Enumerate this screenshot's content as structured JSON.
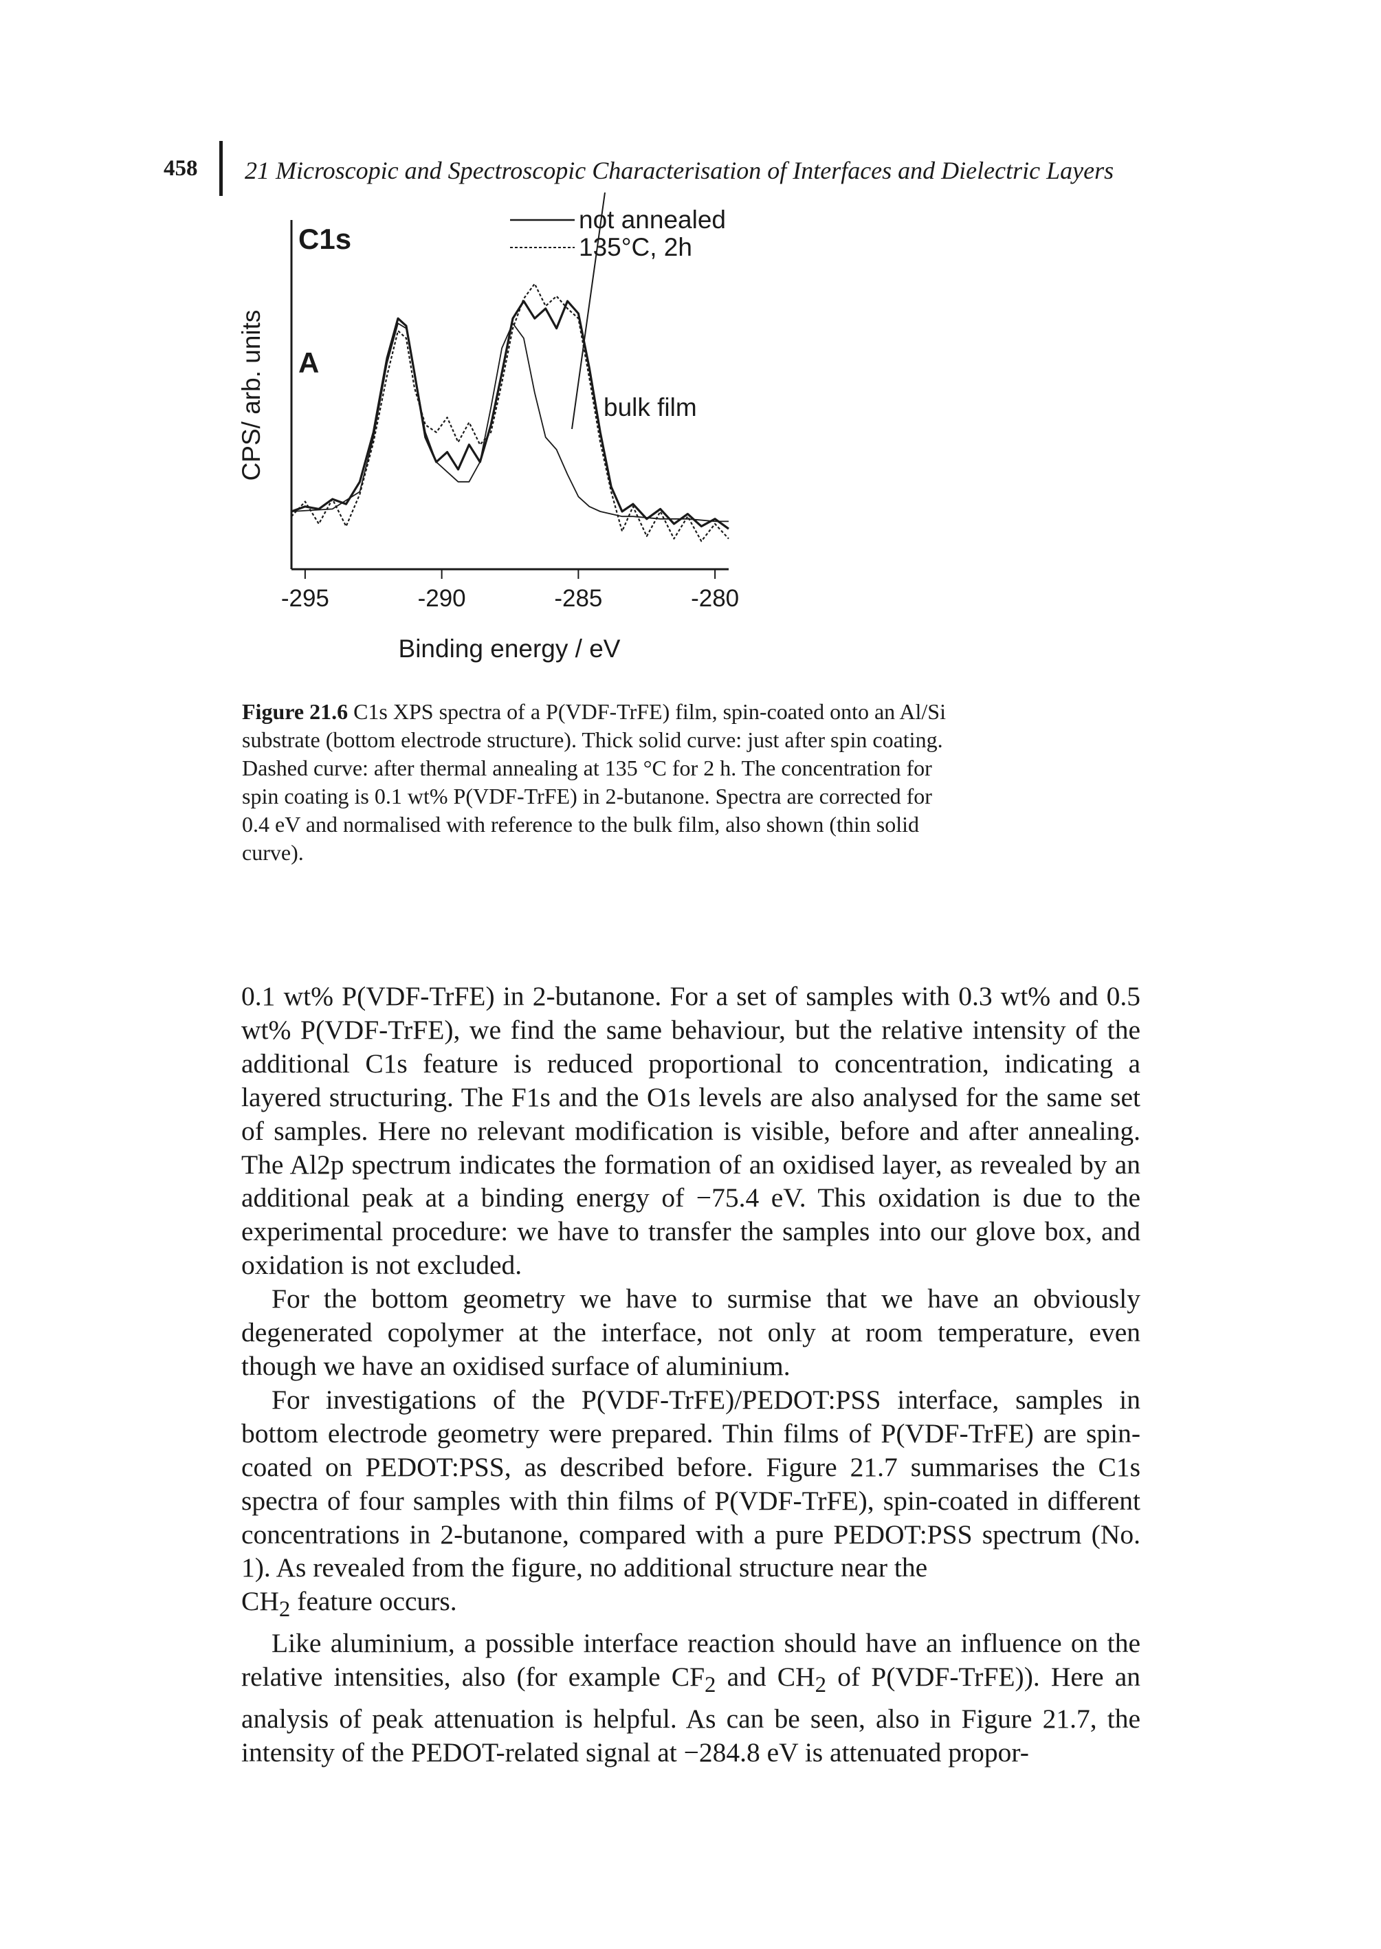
{
  "header": {
    "page_number": "458",
    "running_title": "21 Microscopic and Spectroscopic Characterisation of Interfaces and Dielectric Layers"
  },
  "figure": {
    "panel_title": "C1s",
    "panel_label": "A",
    "legend": [
      "not annealed",
      "135°C, 2h"
    ],
    "annotation": "bulk film",
    "chart_data": {
      "type": "line",
      "title": "",
      "xlabel": "Binding energy / eV",
      "ylabel": "CPS/ arb. units",
      "xlim": [
        -295.5,
        -279.5
      ],
      "xticks": [
        "-295",
        "-290",
        "-285",
        "-280"
      ],
      "xtick_values": [
        -295,
        -290,
        -285,
        -280
      ],
      "y_ticks_shown": false,
      "grid": false,
      "legend_position": "top-right",
      "series": [
        {
          "name": "not annealed",
          "style": "thick solid",
          "x": [
            -295.5,
            -295,
            -294.5,
            -294,
            -293.5,
            -293,
            -292.5,
            -292,
            -291.6,
            -291.3,
            -291,
            -290.6,
            -290.2,
            -289.8,
            -289.4,
            -289,
            -288.6,
            -288.2,
            -287.8,
            -287.4,
            -287,
            -286.6,
            -286.2,
            -285.8,
            -285.4,
            -285,
            -284.6,
            -284.2,
            -283.8,
            -283.4,
            -283,
            -282.5,
            -282,
            -281.5,
            -281,
            -280.5,
            -280,
            -279.5
          ],
          "y": [
            0.1,
            0.12,
            0.11,
            0.15,
            0.13,
            0.22,
            0.42,
            0.72,
            0.88,
            0.85,
            0.66,
            0.4,
            0.3,
            0.34,
            0.27,
            0.37,
            0.3,
            0.45,
            0.66,
            0.88,
            0.95,
            0.88,
            0.92,
            0.84,
            0.95,
            0.9,
            0.68,
            0.42,
            0.2,
            0.1,
            0.13,
            0.07,
            0.11,
            0.05,
            0.09,
            0.04,
            0.07,
            0.03
          ]
        },
        {
          "name": "135°C, 2h",
          "style": "dashed",
          "x": [
            -295.5,
            -295,
            -294.5,
            -294,
            -293.5,
            -293,
            -292.5,
            -292,
            -291.6,
            -291.3,
            -291,
            -290.6,
            -290.2,
            -289.8,
            -289.4,
            -289,
            -288.6,
            -288.2,
            -287.8,
            -287.4,
            -287,
            -286.6,
            -286.2,
            -285.8,
            -285.4,
            -285,
            -284.6,
            -284.2,
            -283.8,
            -283.4,
            -283,
            -282.5,
            -282,
            -281.5,
            -281,
            -280.5,
            -280,
            -279.5
          ],
          "y": [
            0.08,
            0.14,
            0.05,
            0.15,
            0.04,
            0.17,
            0.38,
            0.65,
            0.83,
            0.8,
            0.6,
            0.45,
            0.42,
            0.48,
            0.38,
            0.46,
            0.37,
            0.42,
            0.62,
            0.84,
            0.96,
            1.02,
            0.93,
            0.97,
            0.92,
            0.88,
            0.64,
            0.38,
            0.18,
            0.02,
            0.12,
            0.0,
            0.1,
            -0.01,
            0.08,
            -0.02,
            0.05,
            -0.01
          ]
        },
        {
          "name": "bulk film",
          "style": "thin solid",
          "x": [
            -295.5,
            -294,
            -293,
            -292.5,
            -292,
            -291.6,
            -291.3,
            -291,
            -290.6,
            -290.2,
            -289.8,
            -289.4,
            -289,
            -288.6,
            -288.2,
            -287.8,
            -287.4,
            -287,
            -286.6,
            -286.2,
            -285.8,
            -285.4,
            -285,
            -284.6,
            -284.2,
            -283.8,
            -283.4,
            -283,
            -282,
            -281,
            -280,
            -279.5
          ],
          "y": [
            0.1,
            0.11,
            0.18,
            0.4,
            0.7,
            0.86,
            0.84,
            0.66,
            0.42,
            0.3,
            0.26,
            0.22,
            0.22,
            0.3,
            0.52,
            0.76,
            0.86,
            0.8,
            0.58,
            0.4,
            0.35,
            0.25,
            0.16,
            0.12,
            0.1,
            0.09,
            0.08,
            0.08,
            0.07,
            0.07,
            0.06,
            0.06
          ]
        }
      ]
    }
  },
  "caption": {
    "label": "Figure 21.6",
    "text": "C1s XPS spectra of a P(VDF-TrFE) film, spin-coated onto an Al/Si substrate (bottom electrode structure). Thick solid curve: just after spin coating. Dashed curve: after thermal annealing at 135 °C for 2 h. The concentration for spin coating is 0.1 wt% P(VDF-TrFE) in 2-butanone. Spectra are corrected for 0.4 eV and normalised with reference to the bulk film, also shown (thin solid curve)."
  },
  "body": {
    "p1": "0.1 wt% P(VDF-TrFE) in 2-butanone. For a set of samples with 0.3 wt% and 0.5 wt% P(VDF-TrFE), we find the same behaviour, but the relative intensity of the additional C1s feature is reduced proportional to concentration, indicating a layered structuring. The F1s and the O1s levels are also analysed for the same set of samples. Here no relevant modification is visible, before and after annealing. The Al2p spectrum indicates the formation of an oxidised layer, as revealed by an additional peak at a binding energy of −75.4 eV. This oxidation is due to the experimental procedure: we have to transfer the samples into our glove box, and oxidation is not excluded.",
    "p2": "For the bottom geometry we have to surmise that we have an obviously degenerated copolymer at the interface, not only at room temperature, even though we have an oxidised surface of aluminium.",
    "p3": "For investigations of the P(VDF-TrFE)/PEDOT:PSS interface, samples in bottom electrode geometry were prepared. Thin films of P(VDF-TrFE) are spin-coated on PEDOT:PSS, as described before. Figure 21.7 summarises the C1s spectra of four samples with thin films of P(VDF-TrFE), spin-coated in different concentrations in 2-butanone, compared with a pure PEDOT:PSS spectrum (No. 1). As revealed from the figure, no additional structure near the",
    "p3_end_pre": "CH",
    "p3_end_sub": "2",
    "p3_end_post": " feature occurs.",
    "p4_pre": "Like aluminium, a possible interface reaction should have an influence on the relative intensities, also (for example CF",
    "p4_sub1": "2",
    "p4_mid": " and CH",
    "p4_sub2": "2",
    "p4_post": " of P(VDF-TrFE)). Here an analysis of peak attenuation is helpful. As can be seen, also in Figure 21.7, the intensity of the PEDOT-related signal at −284.8 eV is attenuated propor-"
  }
}
